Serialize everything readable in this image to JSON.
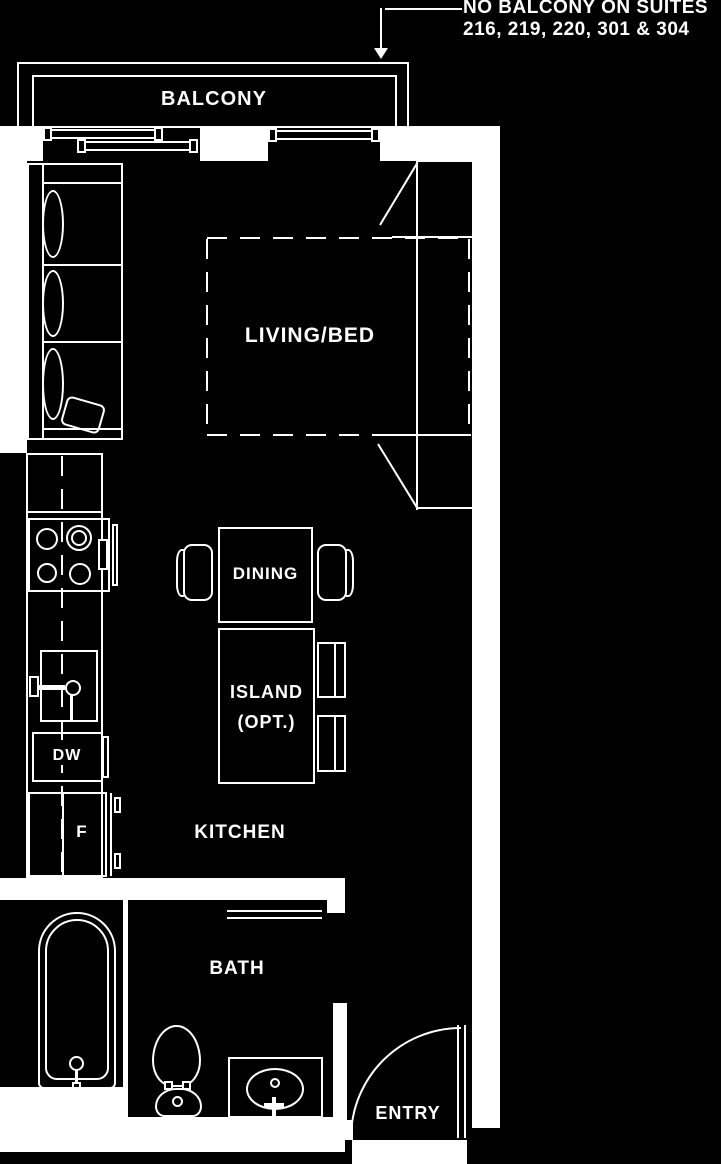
{
  "annotation": {
    "line1": "NO BALCONY ON SUITES",
    "line2": "216, 219, 220, 301 & 304"
  },
  "labels": {
    "balcony": "BALCONY",
    "living_bed": "LIVING/BED",
    "dining": "DINING",
    "island_line1": "ISLAND",
    "island_line2": "(OPT.)",
    "kitchen": "KITCHEN",
    "dishwasher": "DW",
    "fridge": "F",
    "bath": "BATH",
    "entry": "ENTRY"
  },
  "colors": {
    "background": "#000000",
    "line": "#ffffff",
    "text": "#ffffff"
  }
}
